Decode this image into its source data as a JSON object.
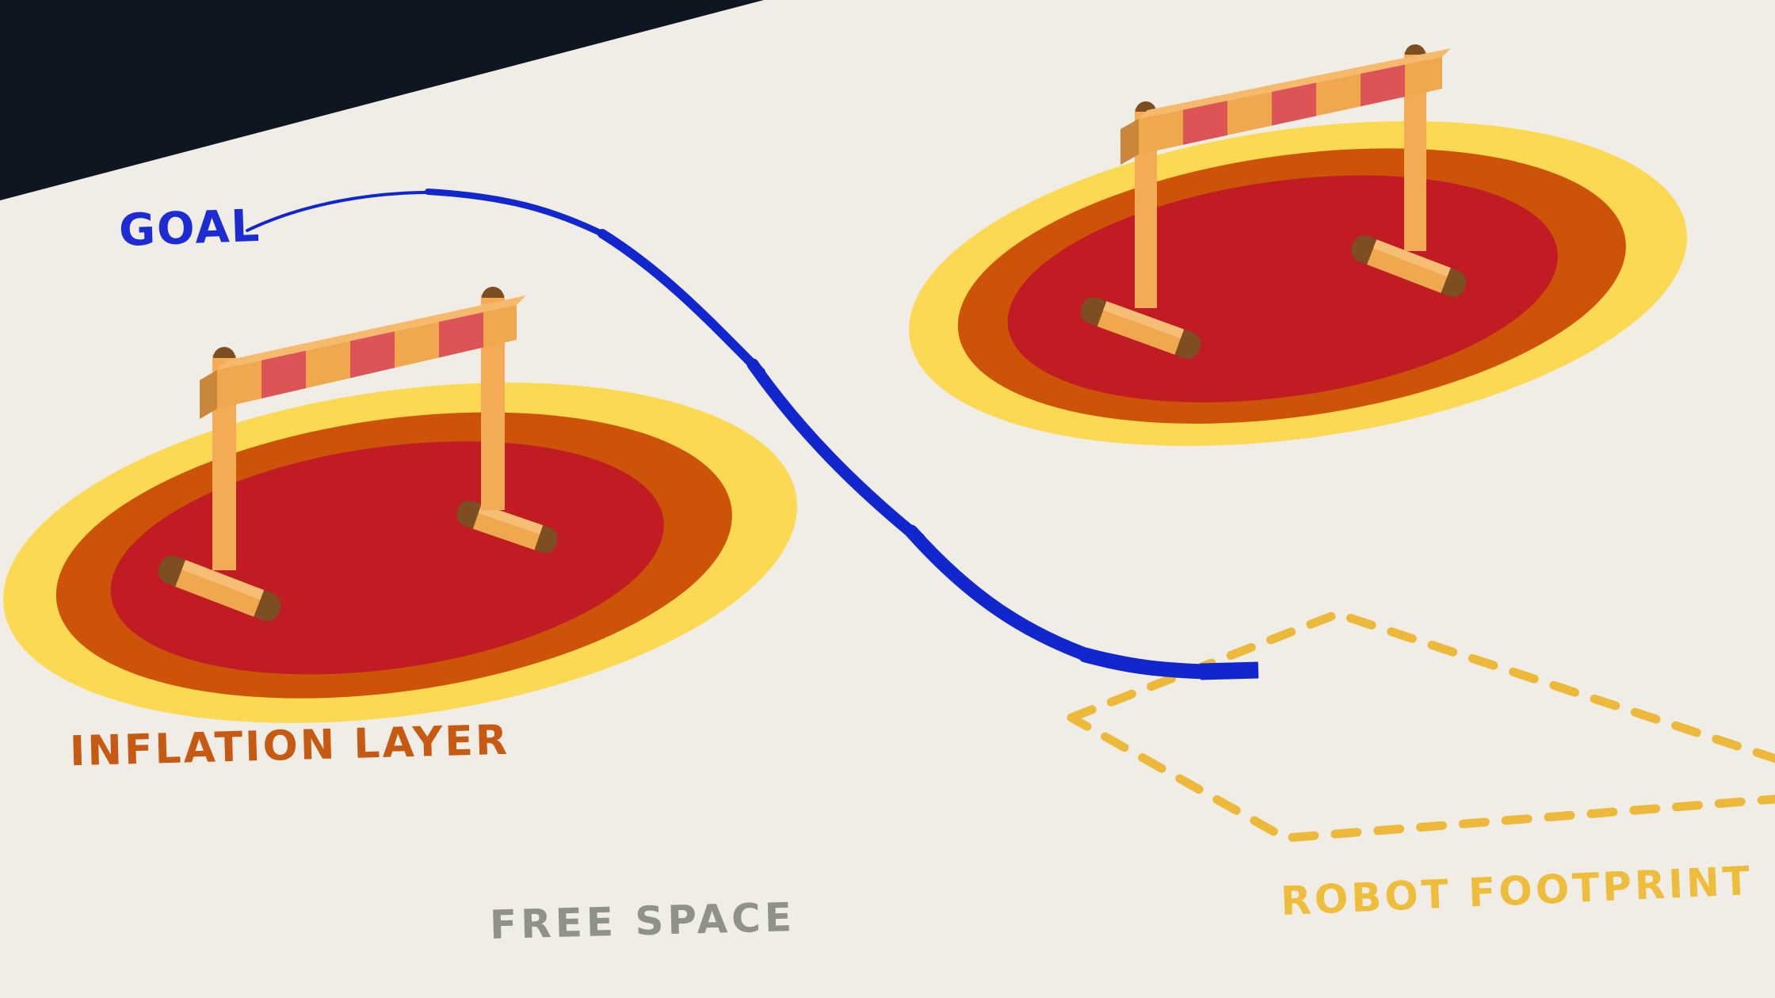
{
  "scene": {
    "background_color": "#F0EDE7",
    "corner_shade_color": "#0E1621",
    "path_color": "#1226CE",
    "footprint_outline_color": "#EDB93B"
  },
  "labels": {
    "goal": {
      "text": "GOAL",
      "color": "#1D2BD3"
    },
    "inflation_layer": {
      "text": "INFLATION LAYER",
      "color": "#C75A12"
    },
    "free_space": {
      "text": "FREE SPACE",
      "color": "#8F9286"
    },
    "robot_footprint": {
      "text": "ROBOT FOOTPRINT",
      "color": "#EFBD3C"
    }
  },
  "costmap": {
    "layers": [
      {
        "name": "inflation-outer",
        "color": "#FBD952"
      },
      {
        "name": "inflation-middle",
        "color": "#CD5309"
      },
      {
        "name": "obstacle-core",
        "color": "#C11B24"
      }
    ]
  },
  "obstacles": [
    {
      "name": "hurdle-left",
      "wood_color": "#F0A84E",
      "stripe_color": "#DC5455",
      "cap_color": "#7C4E21"
    },
    {
      "name": "hurdle-right",
      "wood_color": "#F0A84E",
      "stripe_color": "#DC5455",
      "cap_color": "#7C4E21"
    }
  ]
}
